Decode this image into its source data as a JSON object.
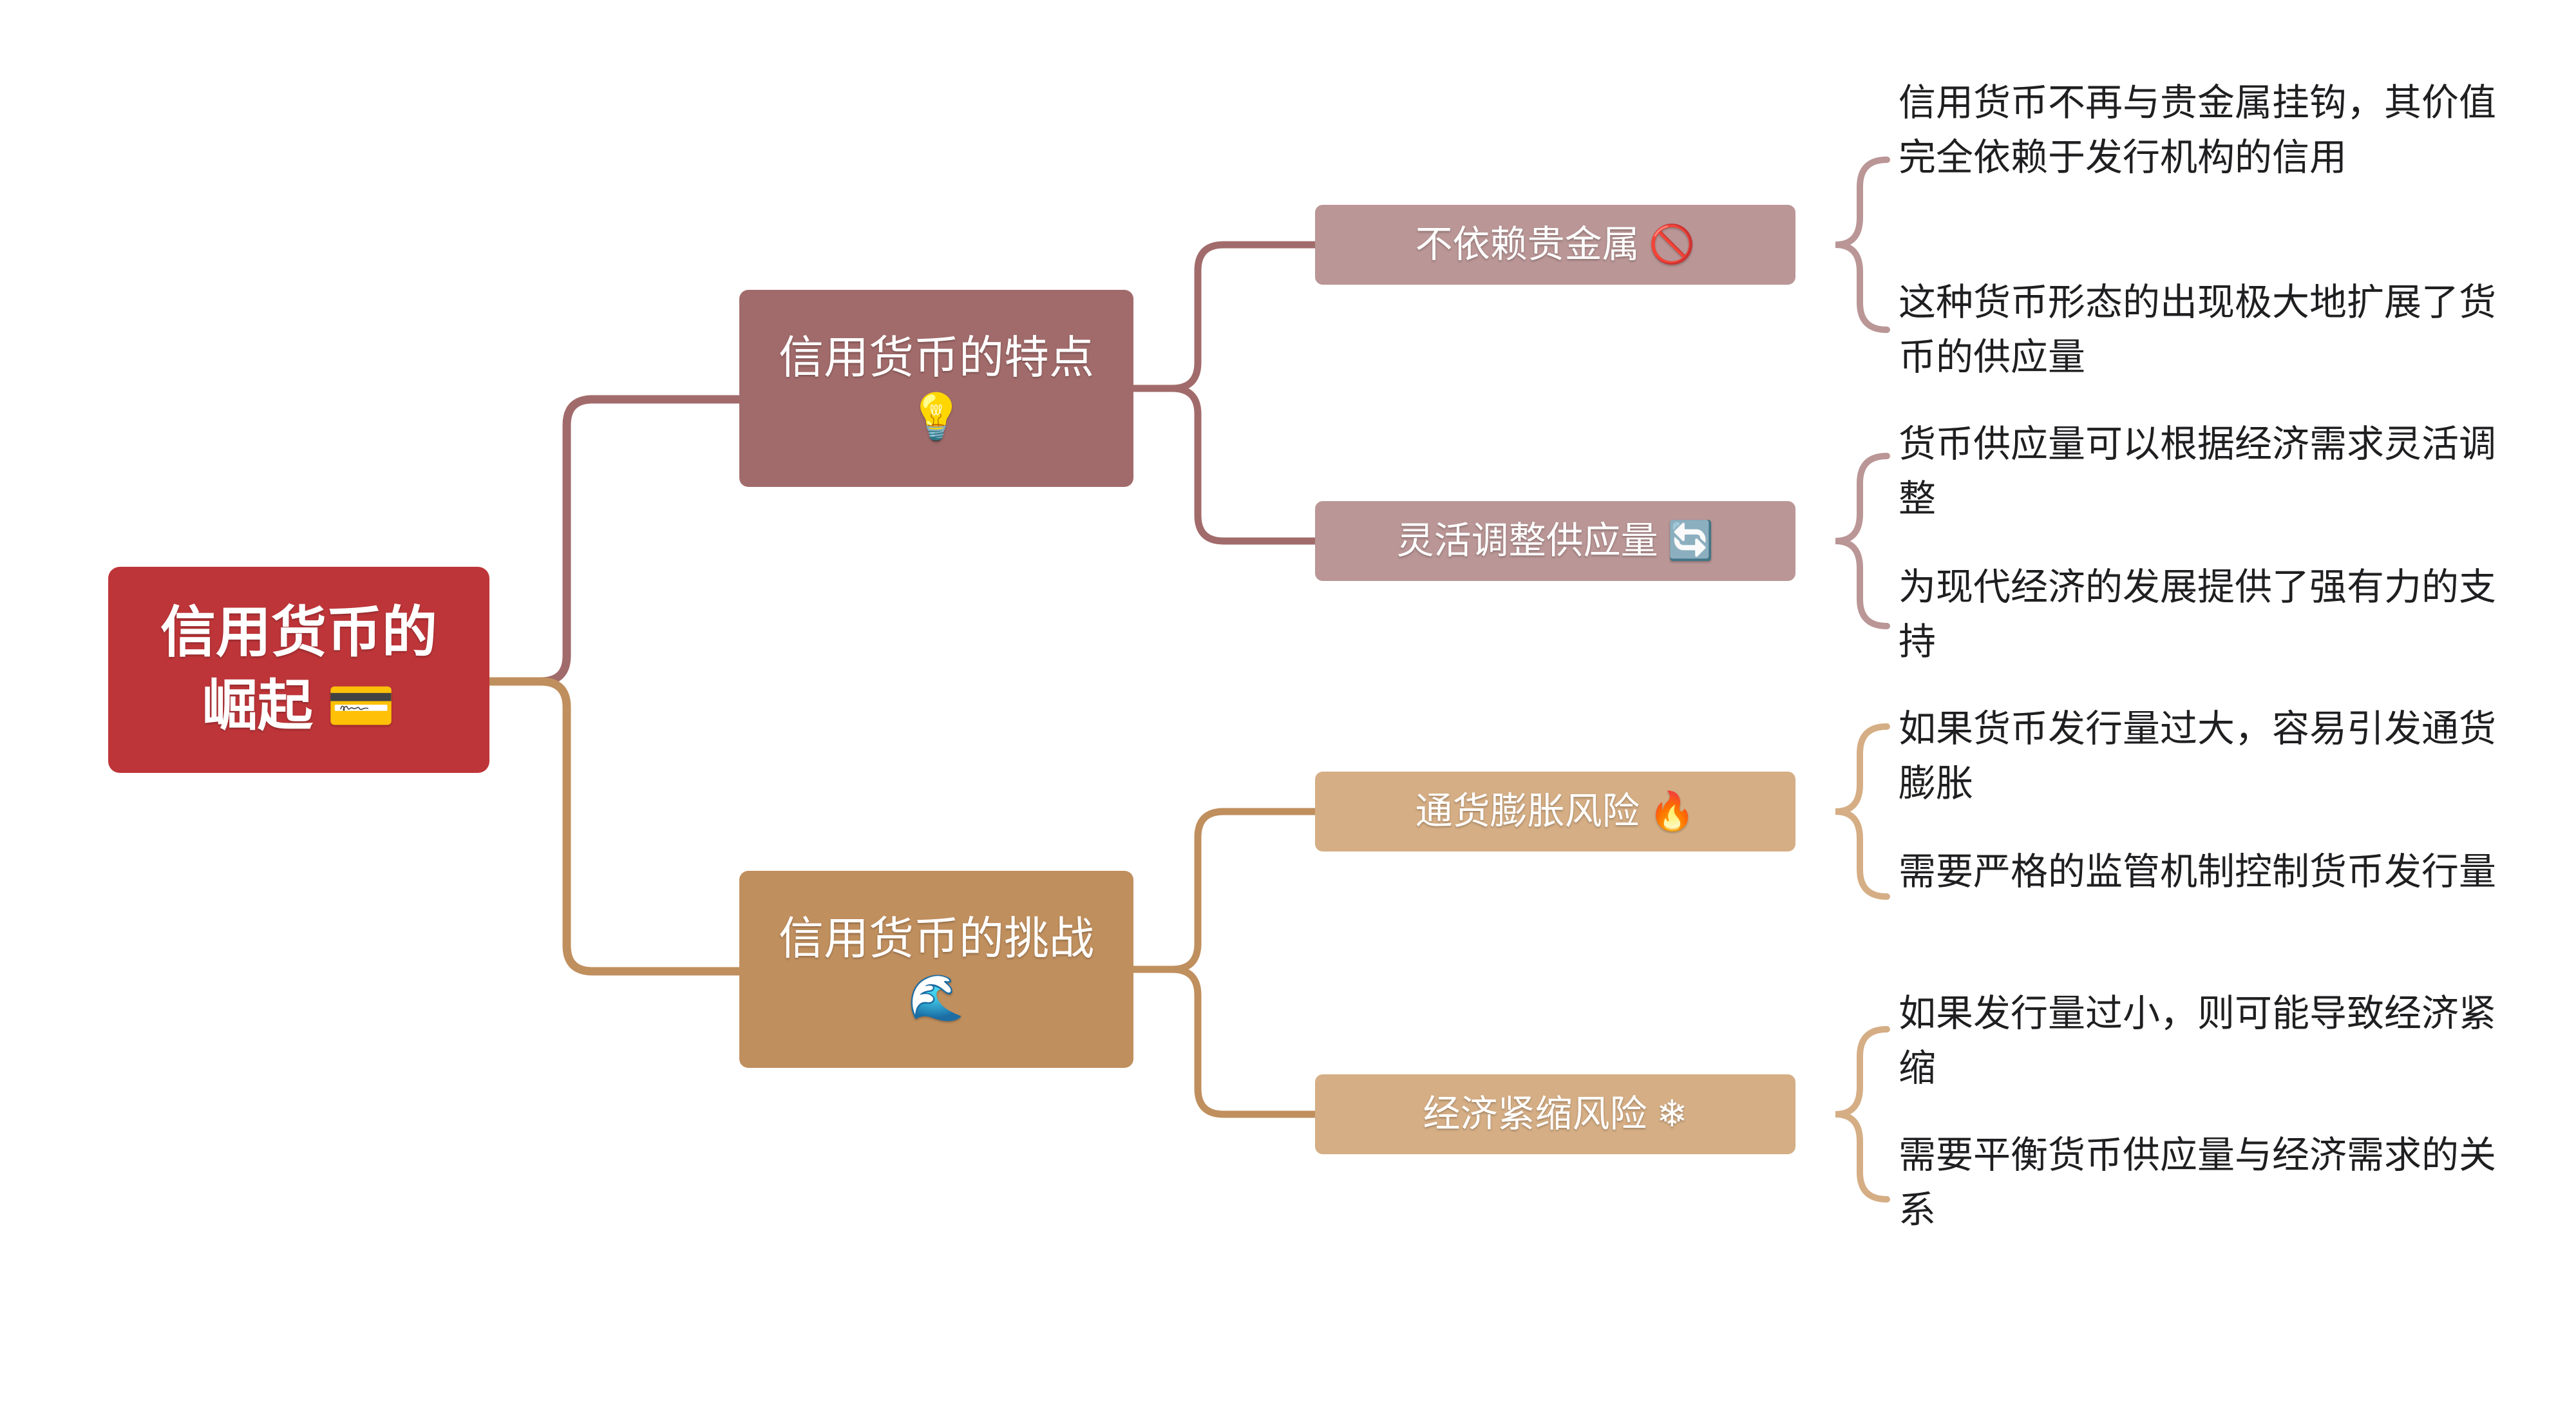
{
  "diagram": {
    "type": "mindmap",
    "title": "信用货币的崛起 💳",
    "colors": {
      "root": "#BE3539",
      "branch_features": "#A26B6B",
      "branch_challenges": "#C08F5E",
      "topic_features": "#BA9696",
      "topic_challenges": "#D5AE85",
      "leaf_text": "#1f1f21",
      "background": "#ffffff"
    }
  },
  "root": {
    "label": "信用货币的崛起 💳",
    "icon": "credit-card-emoji"
  },
  "branches": [
    {
      "id": "features",
      "label": "信用货币的特点 💡",
      "icon": "light-bulb-emoji",
      "color": "#A26B6B",
      "topics": [
        {
          "id": "no-metal",
          "label": "不依赖贵金属 🚫",
          "icon": "prohibited-emoji",
          "color": "#BA9696",
          "notes": [
            "信用货币不再与贵金属挂钩，其价值完全依赖于发行机构的信用",
            "这种货币形态的出现极大地扩展了货币的供应量"
          ]
        },
        {
          "id": "flex-supply",
          "label": "灵活调整供应量 🔄",
          "icon": "counterclockwise-arrows-emoji",
          "color": "#BA9696",
          "notes": [
            "货币供应量可以根据经济需求灵活调整",
            "为现代经济的发展提供了强有力的支持"
          ]
        }
      ]
    },
    {
      "id": "challenges",
      "label": "信用货币的挑战 🌊",
      "icon": "water-wave-emoji",
      "color": "#C08F5E",
      "topics": [
        {
          "id": "inflation",
          "label": "通货膨胀风险 🔥",
          "icon": "fire-emoji",
          "color": "#D5AE85",
          "notes": [
            "如果货币发行量过大，容易引发通货膨胀",
            "需要严格的监管机制控制货币发行量"
          ]
        },
        {
          "id": "deflation",
          "label": "经济紧缩风险 ❄",
          "icon": "snowflake-glyph",
          "color": "#D5AE85",
          "notes": [
            "如果发行量过小，则可能导致经济紧缩",
            "需要平衡货币供应量与经济需求的关系"
          ]
        }
      ]
    }
  ]
}
